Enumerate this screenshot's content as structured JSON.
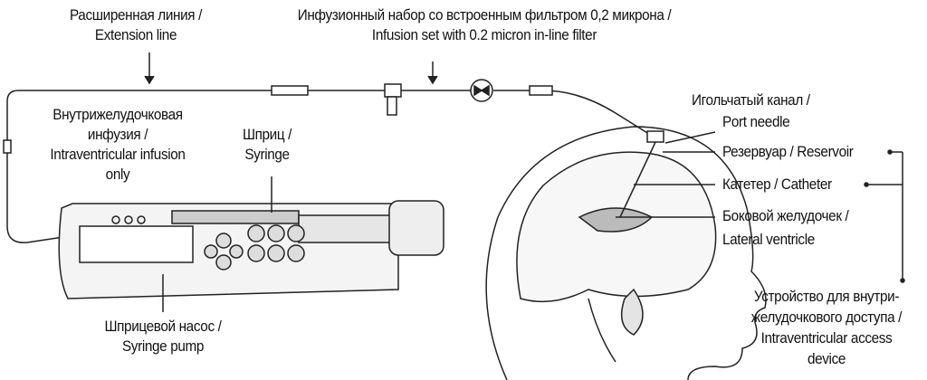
{
  "labels": {
    "extension_line": {
      "ru": "Расширенная линия /",
      "en": "Extension line"
    },
    "infusion_set": {
      "ru": "Инфузионный набор со встроенным фильтром 0,2 микрона /",
      "en": "Infusion set with 0.2 micron in-line filter"
    },
    "intraventricular_infusion": {
      "ru1": "Внутрижелудочковая",
      "ru2": "инфузия /",
      "en1": "Intraventricular infusion",
      "en2": "only"
    },
    "syringe": {
      "ru": "Шприц /",
      "en": "Syringe"
    },
    "syringe_pump": {
      "ru": "Шприцевой насос /",
      "en": "Syringe pump"
    },
    "port_needle": {
      "ru": "Игольчатый канал /",
      "en": "Port needle"
    },
    "reservoir": "Резервуар / Reservoir",
    "catheter": "Катетер / Catheter",
    "lateral_ventricle": {
      "ru": "Боковой желудочек /",
      "en": "Lateral ventricle"
    },
    "access_device": {
      "ru1": "Устройство для внутри-",
      "ru2": "желудочкового доступа /",
      "en1": "Intraventricular access",
      "en2": "device"
    }
  }
}
